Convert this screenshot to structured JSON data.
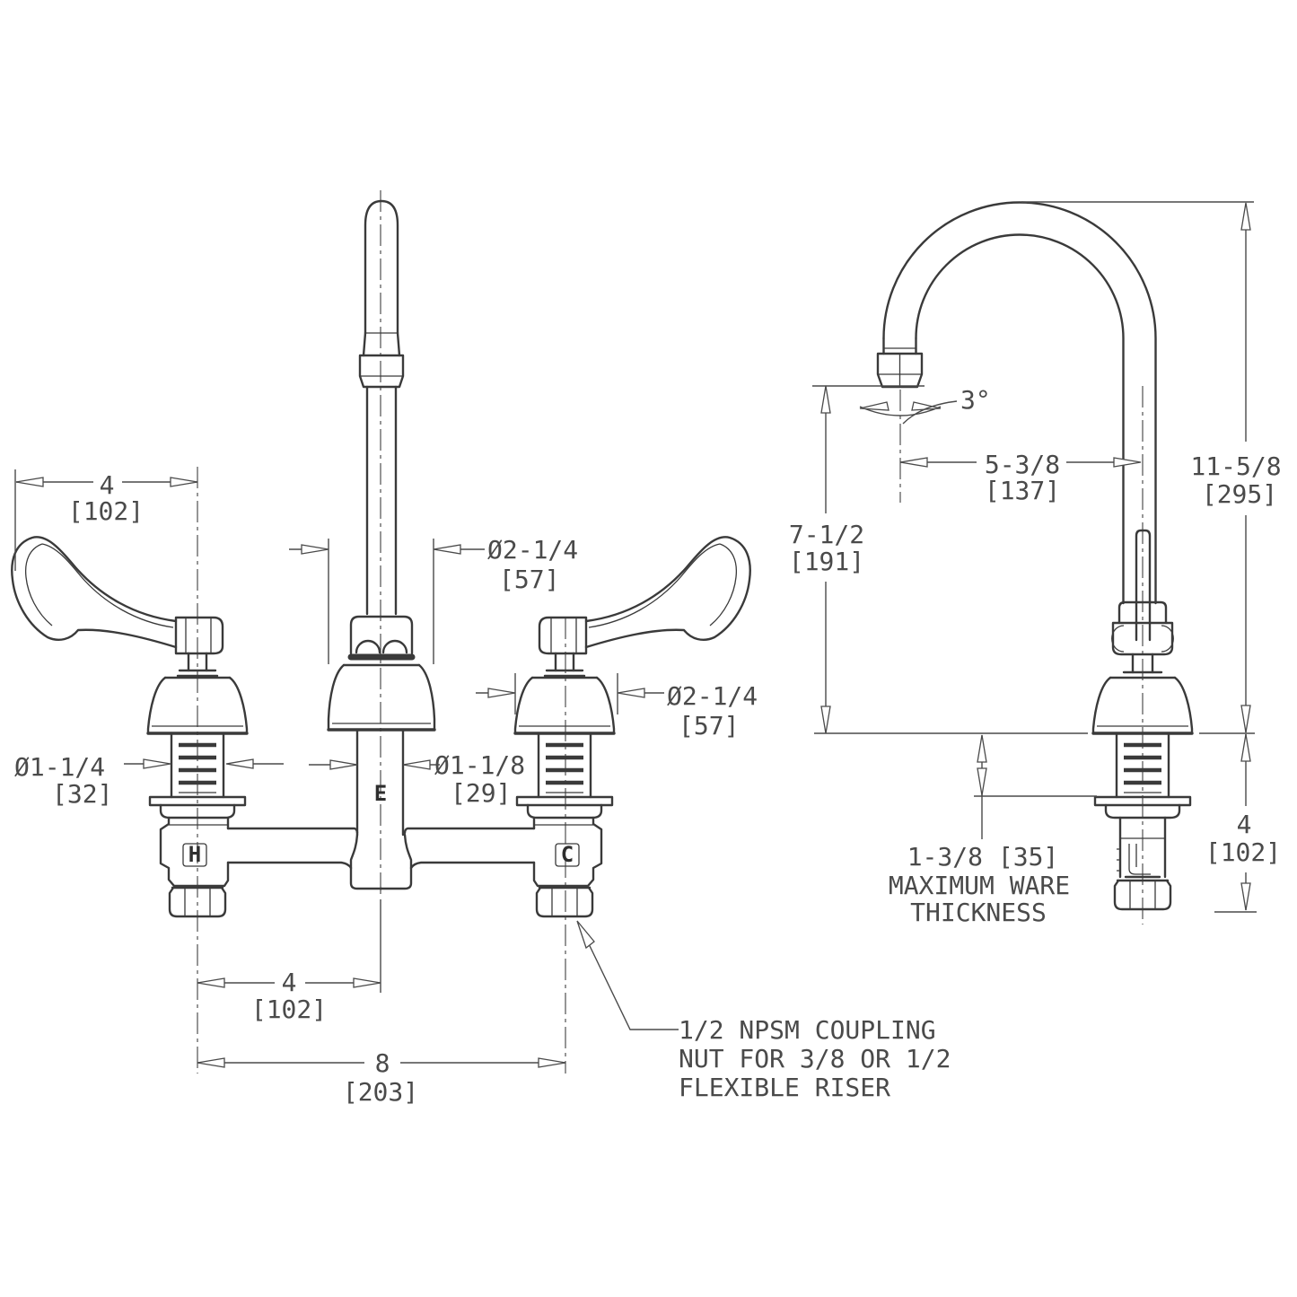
{
  "drawing": {
    "colors": {
      "background": "#ffffff",
      "line": "#3a3a3a",
      "text": "#4a4a4a"
    },
    "front_view": {
      "dim_handle_span": {
        "in": "4",
        "mm": "[102]"
      },
      "dim_spout_base_dia": {
        "in": "Ø2-1/4",
        "mm": "[57]"
      },
      "dim_handle_base_dia": {
        "in": "Ø2-1/4",
        "mm": "[57]"
      },
      "dim_valve_shank_dia": {
        "in": "Ø1-1/4",
        "mm": "[32]"
      },
      "dim_spout_shank_dia": {
        "in": "Ø1-1/8",
        "mm": "[29]"
      },
      "dim_center_to_valve": {
        "in": "4",
        "mm": "[102]"
      },
      "dim_valve_centers": {
        "in": "8",
        "mm": "[203]"
      },
      "marking_hot": "H",
      "marking_cold": "C",
      "marking_spout": "E",
      "coupling_note_line1": "1/2 NPSM COUPLING",
      "coupling_note_line2": "NUT FOR 3/8 OR 1/2",
      "coupling_note_line3": "FLEXIBLE RISER"
    },
    "side_view": {
      "dim_swing_angle": "3°",
      "dim_spout_reach": {
        "in": "5-3/8",
        "mm": "[137]"
      },
      "dim_spout_height": {
        "in": "7-1/2",
        "mm": "[191]"
      },
      "dim_overall_height": {
        "in": "11-5/8",
        "mm": "[295]"
      },
      "dim_below_deck": {
        "in": "4",
        "mm": "[102]"
      },
      "ware_note_line1": "1-3/8 [35]",
      "ware_note_line2": "MAXIMUM WARE",
      "ware_note_line3": "THICKNESS"
    }
  }
}
